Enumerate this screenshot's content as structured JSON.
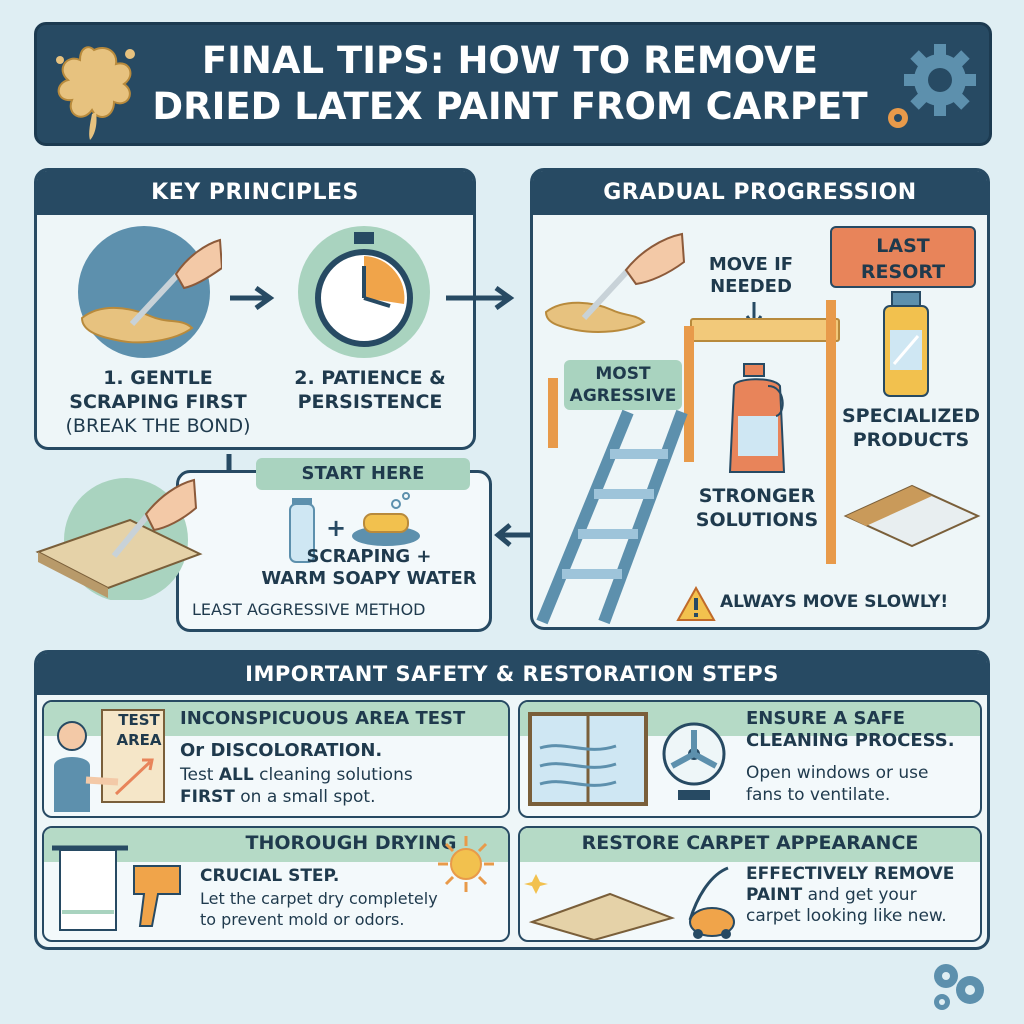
{
  "title": {
    "line1": "Final Tips: How to Remove",
    "line2": "Dried Latex Paint from Carpet"
  },
  "key_principles": {
    "heading": "KEY PRINCIPLES",
    "step1": {
      "line1": "1. GENTLE",
      "line2": "SCRAPING FIRST",
      "line3": "(BREAK THE BOND)"
    },
    "step2": {
      "line1": "2. PATIENCE &",
      "line2": "PERSISTENCE"
    }
  },
  "start": {
    "tag": "START HERE",
    "line1": "SCRAPING +",
    "line2": "WARM SOAPY WATER",
    "note": "LEAST AGGRESSIVE METHOD"
  },
  "progression": {
    "heading": "GRADUAL PROGRESSION",
    "move_if_needed": {
      "line1": "MOVE IF",
      "line2": "NEEDED"
    },
    "last_resort": {
      "line1": "LAST",
      "line2": "RESORT"
    },
    "most_aggressive": {
      "line1": "MOST",
      "line2": "AGRESSIVE"
    },
    "specialized": {
      "line1": "SPECIALIZED",
      "line2": "PRODUCTS"
    },
    "stronger": {
      "line1": "STRONGER",
      "line2": "SOLUTIONS"
    },
    "warning": "ALWAYS MOVE SLOWLY!"
  },
  "safety": {
    "heading": "IMPORTANT SAFETY & RESTORATION STEPS",
    "test": {
      "sign": {
        "line1": "TEST",
        "line2": "AREA"
      },
      "title": "INCONSPICUOUS AREA TEST",
      "subtitle": "Or DISCOLORATION.",
      "body_pre1": "Test ",
      "body_bold1": "ALL",
      "body_post1": " cleaning solutions",
      "body_bold2": "FIRST",
      "body_post2": " on a small spot."
    },
    "safe": {
      "title1": "ENSURE A SAFE",
      "title2": "CLEANING PROCESS.",
      "body1": "Open windows or use",
      "body2": "fans to ventilate."
    },
    "drying": {
      "title": "THOROUGH DRYING",
      "subtitle": "CRUCIAL STEP.",
      "body1": "Let the carpet dry completely",
      "body2": "to prevent mold or odors."
    },
    "restore": {
      "title": "RESTORE CARPET APPEARANCE",
      "title1": "EFFECTIVELY REMOVE",
      "title2": "PAINT",
      "body_post": " and get your",
      "body2": "carpet looking like new."
    }
  },
  "colors": {
    "navy": "#274a63",
    "green_tag": "#a9d3bf",
    "orange_tag": "#e8845a",
    "background": "#dfeef3"
  }
}
